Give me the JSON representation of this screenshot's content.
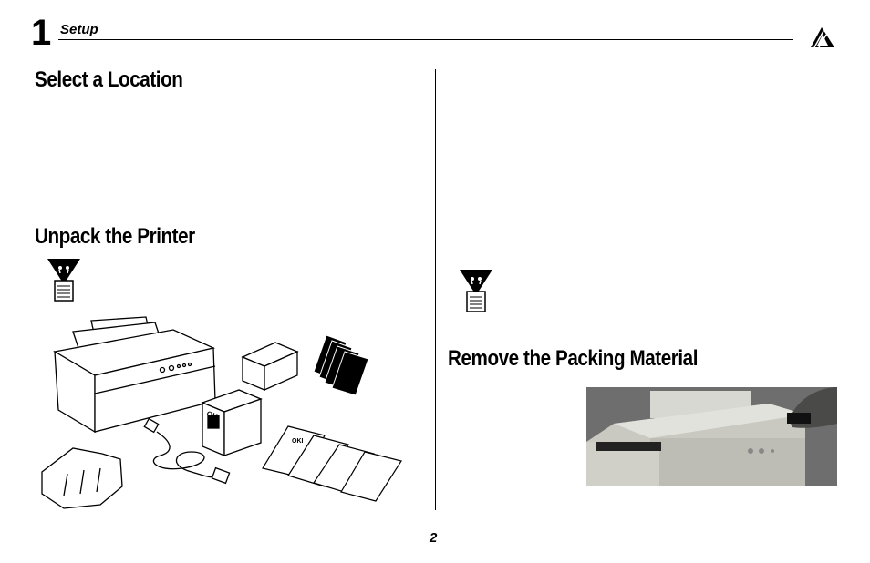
{
  "header": {
    "chapter_number": "1",
    "section": "Setup"
  },
  "sections": {
    "select_location": "Select a Location",
    "unpack_printer": "Unpack the Printer",
    "remove_packing": "Remove the Packing Material"
  },
  "illustration": {
    "brand_label": "OKI",
    "packet_label": "OKI"
  },
  "footer": {
    "page_number": "2"
  },
  "icons": [
    "brand-logo-icon",
    "note-icon",
    "note-icon"
  ]
}
